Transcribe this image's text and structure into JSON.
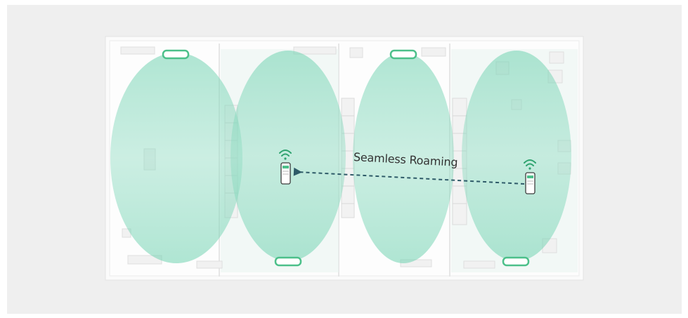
{
  "diagram": {
    "caption": "Seamless Roaming",
    "colors": {
      "background": "#efefef",
      "floor": "#f9f9f9",
      "coverage": "#8fd9c0",
      "access_point": "#4cc08a",
      "device": "#2fa36f",
      "arrow": "#2e5a68"
    },
    "access_points": [
      "access-point-top-left",
      "access-point-top-right",
      "access-point-bottom-left",
      "access-point-bottom-right"
    ],
    "devices": [
      "phone-before-roaming",
      "phone-after-roaming"
    ]
  }
}
